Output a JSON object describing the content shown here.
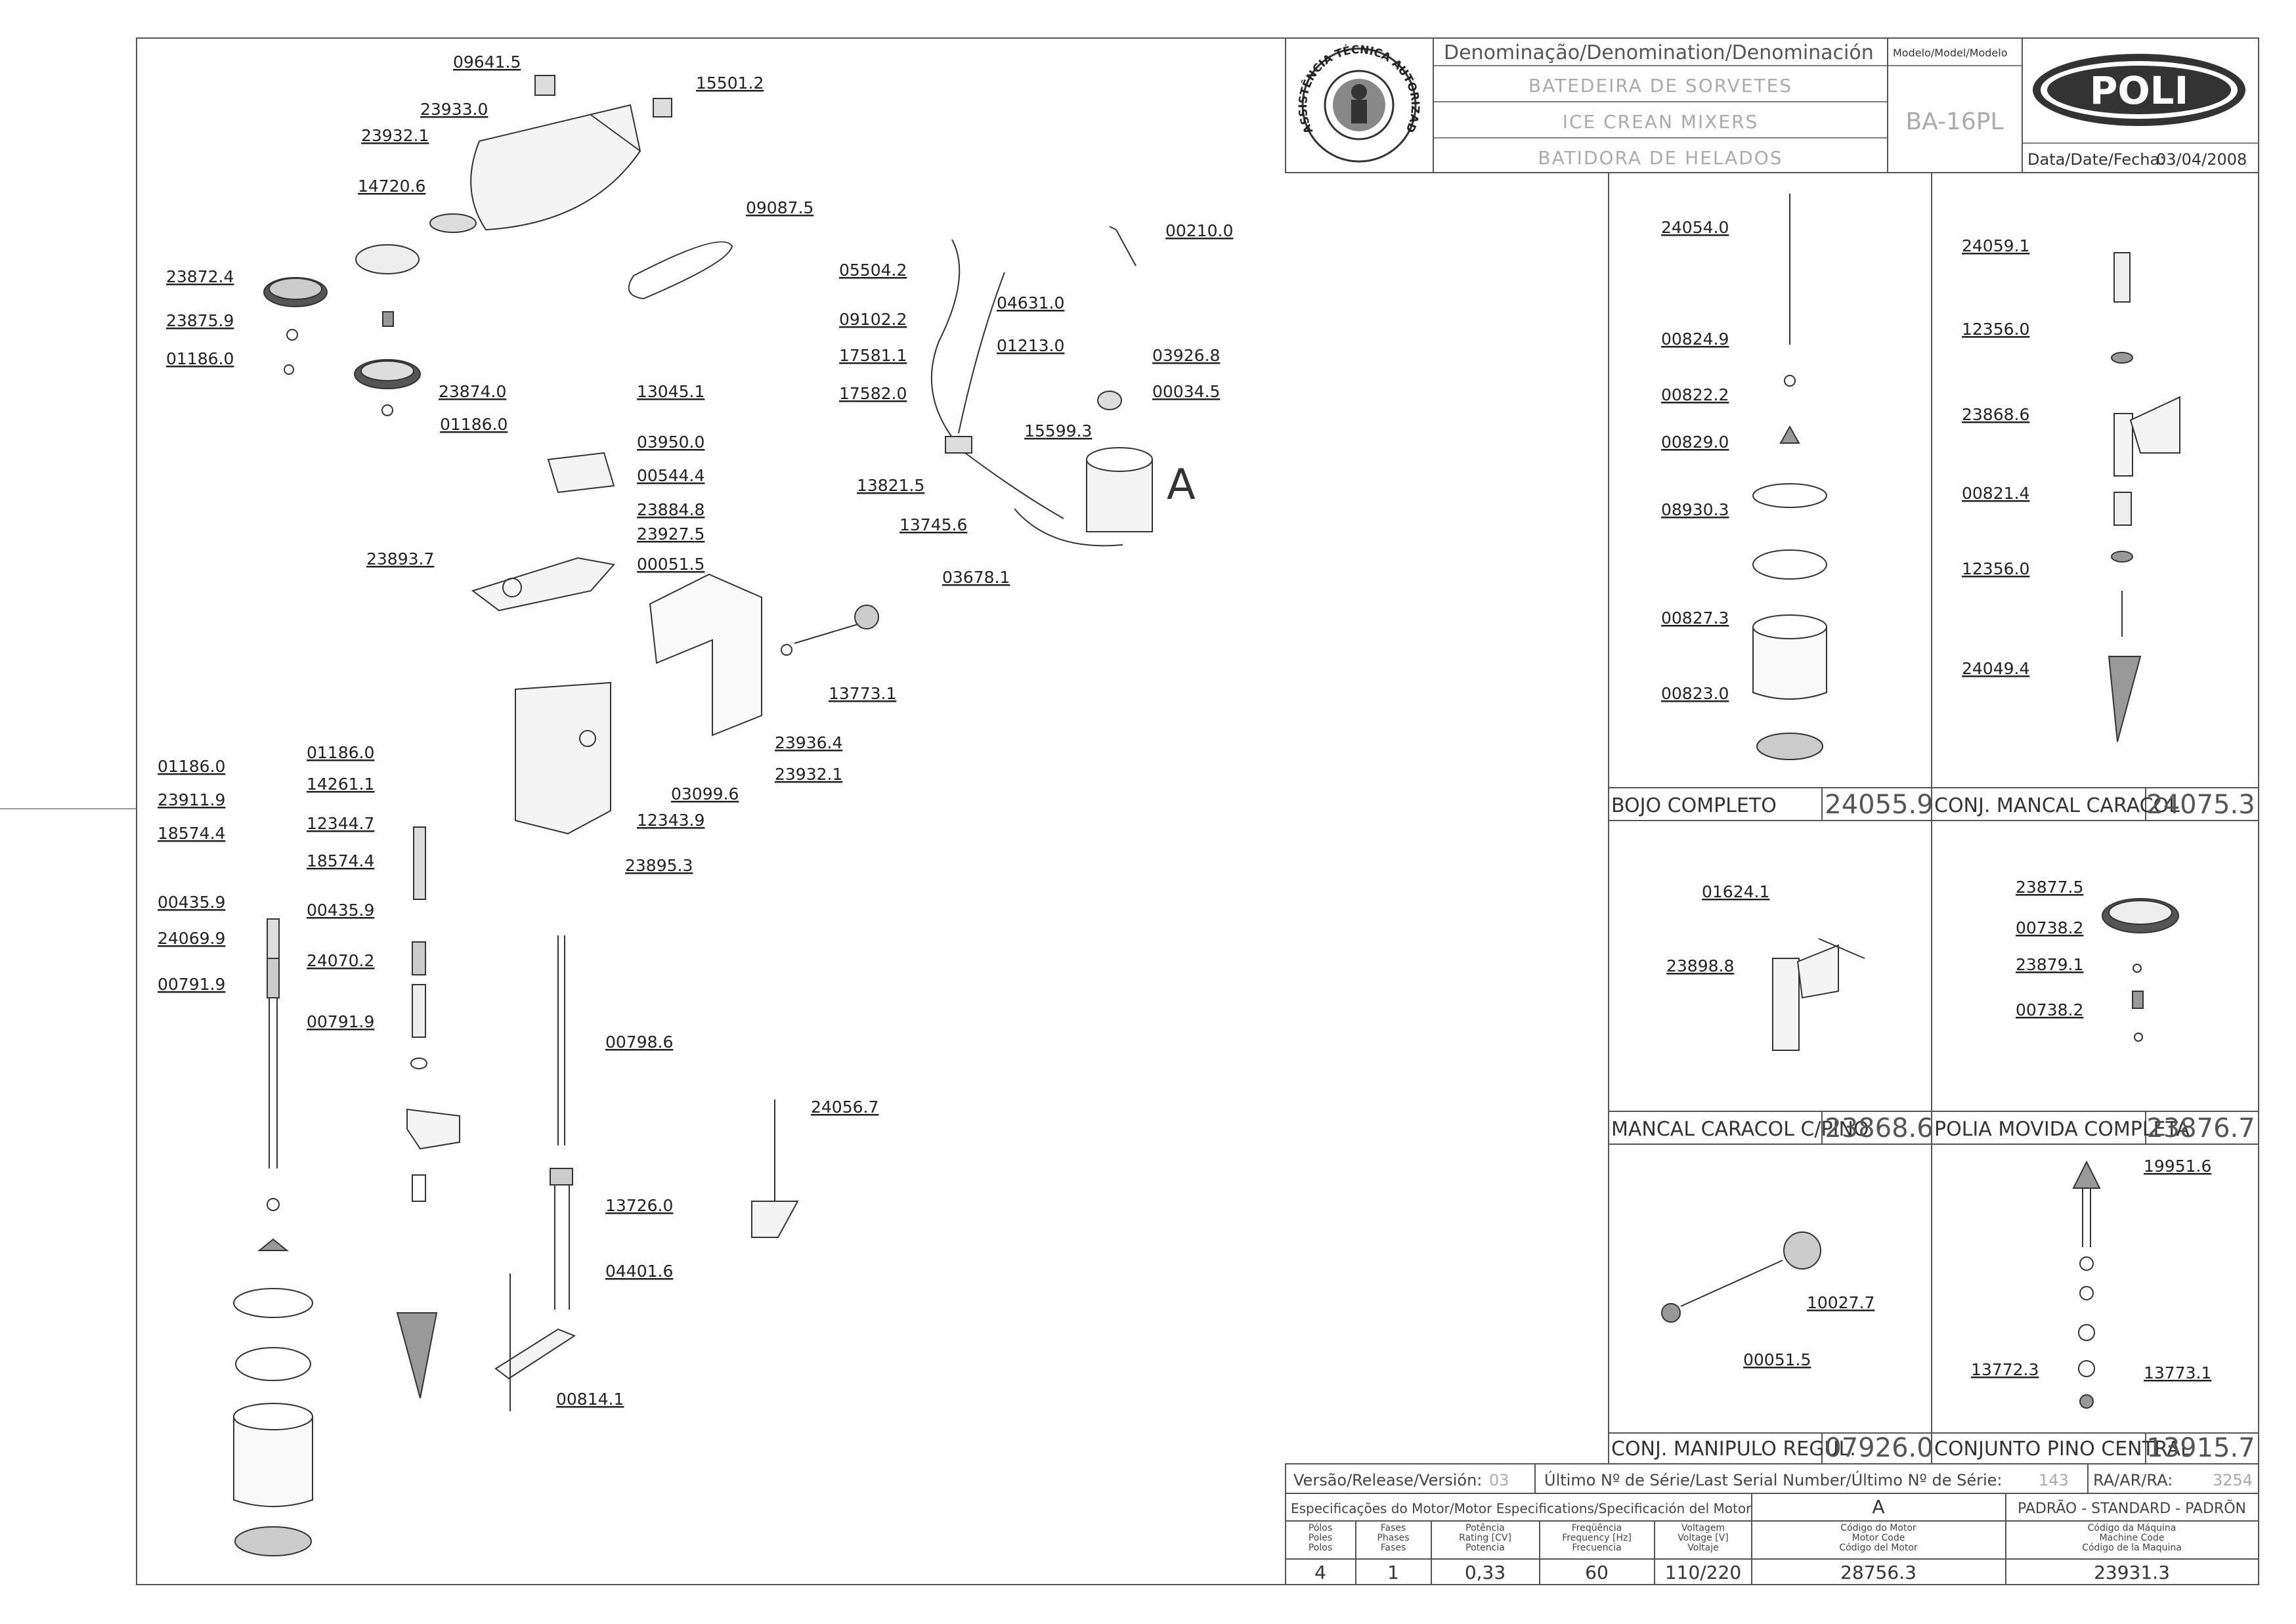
{
  "title_block": {
    "denomination_header": "Denominação/Denomination/Denominación",
    "names": [
      "BATEDEIRA DE SORVETES",
      "ICE CREAN MIXERS",
      "BATIDORA DE HELADOS"
    ],
    "model_header": "Modelo/Model/Modelo",
    "model": "BA-16PL",
    "brand": "POLI",
    "date_label": "Data/Date/Fecha:",
    "date": "03/04/2008",
    "seal_text": "ASSISTÊNCIA TÉCNICA AUTORIZADA"
  },
  "parts": [
    "09641.5",
    "15501.2",
    "23933.0",
    "23932.1",
    "14720.6",
    "09087.5",
    "23872.4",
    "23875.9",
    "01186.0",
    "23874.0",
    "01186.0",
    "13045.1",
    "03950.0",
    "00544.4",
    "23884.8",
    "23927.5",
    "23893.7",
    "00051.5",
    "13773.1",
    "23936.4",
    "23932.1",
    "03099.6",
    "12343.9",
    "23895.3",
    "01186.0",
    "23911.9",
    "18574.4",
    "00435.9",
    "24069.9",
    "00791.9",
    "01186.0",
    "14261.1",
    "12344.7",
    "18574.4",
    "00435.9",
    "24070.2",
    "00791.9",
    "00798.6",
    "13726.0",
    "04401.6",
    "00814.1",
    "24056.7",
    "05504.2",
    "09102.2",
    "04631.0",
    "01213.0",
    "17581.1",
    "17582.0",
    "13821.5",
    "13745.6",
    "03678.1",
    "15599.3",
    "03926.8",
    "00034.5",
    "00210.0",
    "A"
  ],
  "kits": [
    {
      "name": "BOJO COMPLETO",
      "code": "24055.9",
      "parts": [
        "24054.0",
        "00824.9",
        "00822.2",
        "00829.0",
        "08930.3",
        "00827.3",
        "00823.0"
      ]
    },
    {
      "name": "CONJ. MANCAL CARACOL",
      "code": "24075.3",
      "parts": [
        "24059.1",
        "12356.0",
        "23868.6",
        "00821.4",
        "12356.0",
        "24049.4"
      ]
    },
    {
      "name": "MANCAL CARACOL C/PINO",
      "code": "23868.6",
      "parts": [
        "01624.1",
        "23898.8"
      ]
    },
    {
      "name": "POLIA MOVIDA COMPLETA",
      "code": "23876.7",
      "parts": [
        "23877.5",
        "00738.2",
        "23879.1",
        "00738.2"
      ]
    },
    {
      "name": "CONJ. MANIPULO REGUL.",
      "code": "07926.0",
      "parts": [
        "10027.7",
        "00051.5"
      ]
    },
    {
      "name": "CONJUNTO PINO CENTRAL",
      "code": "13915.7",
      "parts": [
        "19951.6",
        "13772.3",
        "13773.1"
      ]
    }
  ],
  "release": {
    "version_label": "Versão/Release/Versión:",
    "version": "03",
    "serial_label": "Último Nº de Série/Last Serial Number/Último Nº de Série:",
    "serial": "143",
    "ra_label": "RA/AR/RA:",
    "ra": "3254"
  },
  "motor": {
    "spec_label": "Especificações do Motor/Motor Especifications/Specificación del Motor",
    "letter": "A",
    "standard": "PADRÃO - STANDARD - PADRÕN",
    "headers": [
      [
        "Pólos",
        "Poles",
        "Polos"
      ],
      [
        "Fases",
        "Phases",
        "Fases"
      ],
      [
        "Potência",
        "Rating [CV]",
        "Potencia"
      ],
      [
        "Freqüência",
        "Frequency [Hz]",
        "Frecuencia"
      ],
      [
        "Voltagem",
        "Voltage [V]",
        "Voltaje"
      ],
      [
        "Código do Motor",
        "Motor Code",
        "Código del Motor"
      ],
      [
        "Código da Máquina",
        "Machine Code",
        "Código de la Maquina"
      ]
    ],
    "values": [
      "4",
      "1",
      "0,33",
      "60",
      "110/220",
      "28756.3",
      "23931.3"
    ]
  }
}
